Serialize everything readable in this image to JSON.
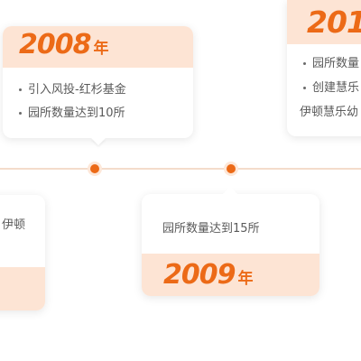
{
  "timeline": {
    "items": [
      {
        "year": "2008",
        "suffix": "年",
        "bullets": [
          "引入风投-红杉基金",
          "园所数量达到10所"
        ]
      },
      {
        "year": "2009",
        "suffix": "年",
        "text": "园所数量达到15所"
      },
      {
        "year": "201",
        "bullets": [
          "园所数量",
          "创建慧乐"
        ],
        "continuation": "伊顿慧乐幼"
      },
      {
        "text": "伊顿"
      }
    ]
  },
  "colors": {
    "accent": "#ec6a17",
    "header_bg": "#fde4d4",
    "axis": "#f4dccb",
    "text": "#5a5a5a"
  }
}
